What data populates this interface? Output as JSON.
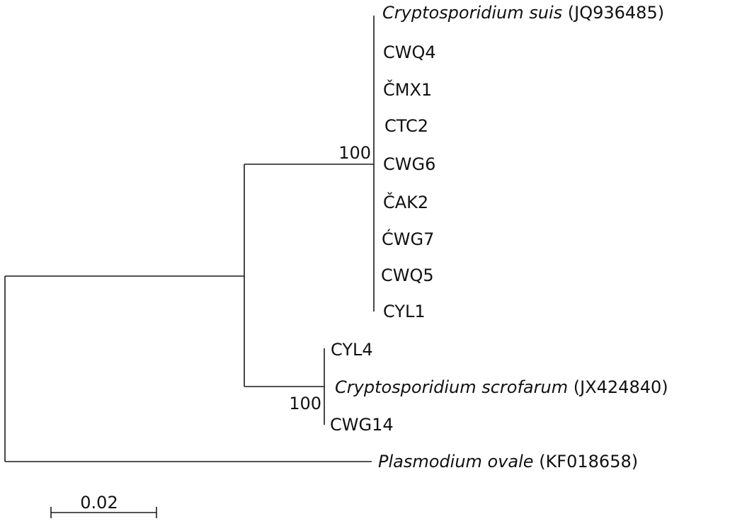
{
  "tree": {
    "taxa": {
      "suis": {
        "species": "Cryptosporidium suis",
        "accession": "(JQ936485)"
      },
      "cwq4": "CWQ4",
      "cmx1": "ČMX1",
      "ctc2": "CTC2",
      "cwg6": "CWG6",
      "cak2": "ČAK2",
      "cwg7": "ĆWG7",
      "cwq5": "CWQ5",
      "cyl1": "CYL1",
      "cyl4": "CYL4",
      "scrofarum": {
        "species": "Cryptosporidium scrofarum",
        "accession": "(JX424840)"
      },
      "cwg14": "CWG14",
      "ovale": {
        "species": "Plasmodium ovale",
        "accession": "(KF018658)"
      }
    },
    "bootstrap": {
      "suis_clade": "100",
      "scrofarum_clade": "100"
    },
    "scale_bar": {
      "label": "0.02",
      "value": 0.02
    }
  }
}
